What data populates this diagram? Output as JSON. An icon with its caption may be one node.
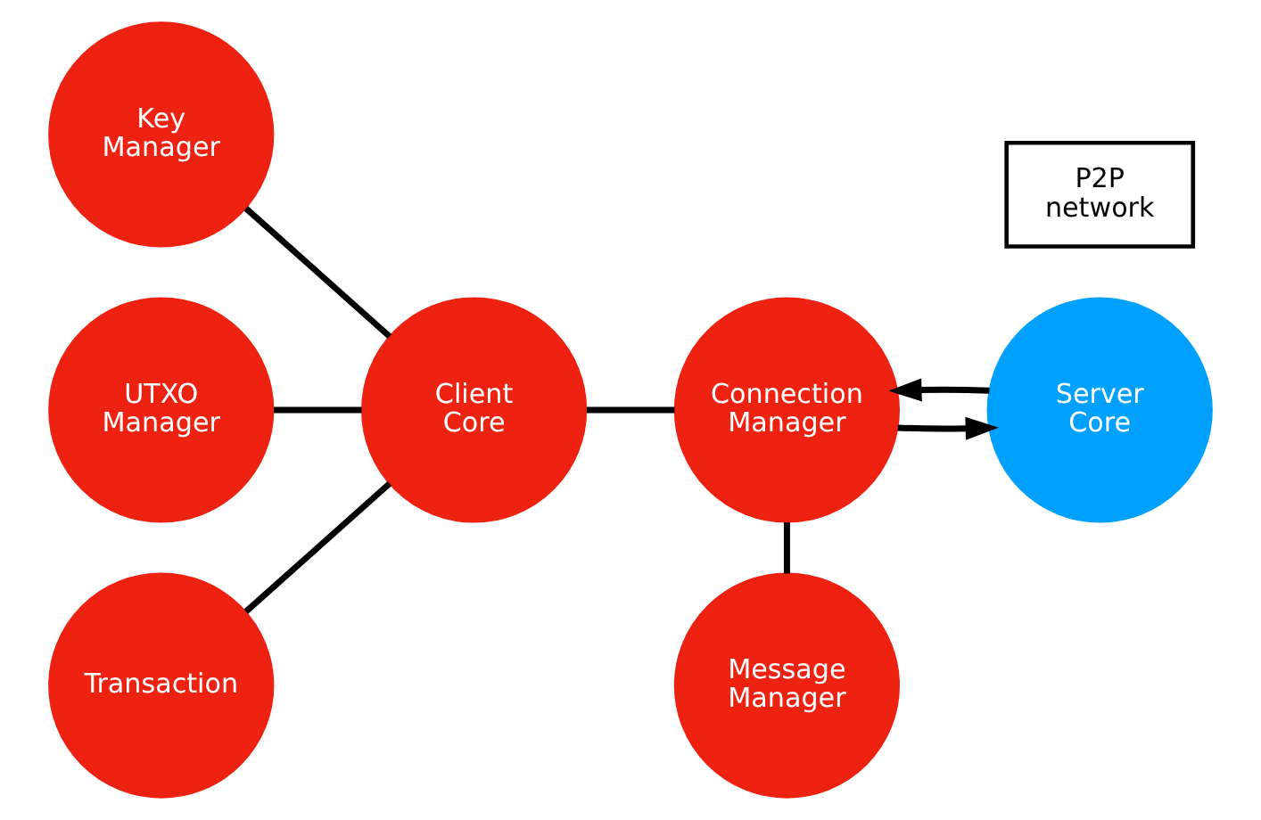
{
  "diagram": {
    "nodes": [
      {
        "text": [
          "Key Manager"
        ]
      },
      {
        "text": [
          "UTXO Manager"
        ]
      },
      {
        "text": [
          "Transaction"
        ]
      },
      {
        "text": [
          "Client Core"
        ]
      },
      {
        "text": [
          "Connection Manager"
        ]
      },
      {
        "text": [
          "Message Manager"
        ]
      },
      {
        "text": [
          "Server Core"
        ]
      },
      {
        "text": [
          "P2P network"
        ]
      }
    ],
    "edges": [
      {
        "from": 0,
        "to": 3,
        "arrow": "none"
      },
      {
        "from": 1,
        "to": 3,
        "arrow": "none"
      },
      {
        "from": 2,
        "to": 3,
        "arrow": "none"
      },
      {
        "from": 3,
        "to": 4,
        "arrow": "none"
      },
      {
        "from": 4,
        "to": 5,
        "arrow": "none"
      },
      {
        "from": 6,
        "to": 4,
        "arrow": "to"
      },
      {
        "from": 4,
        "to": 6,
        "arrow": "to"
      }
    ]
  }
}
